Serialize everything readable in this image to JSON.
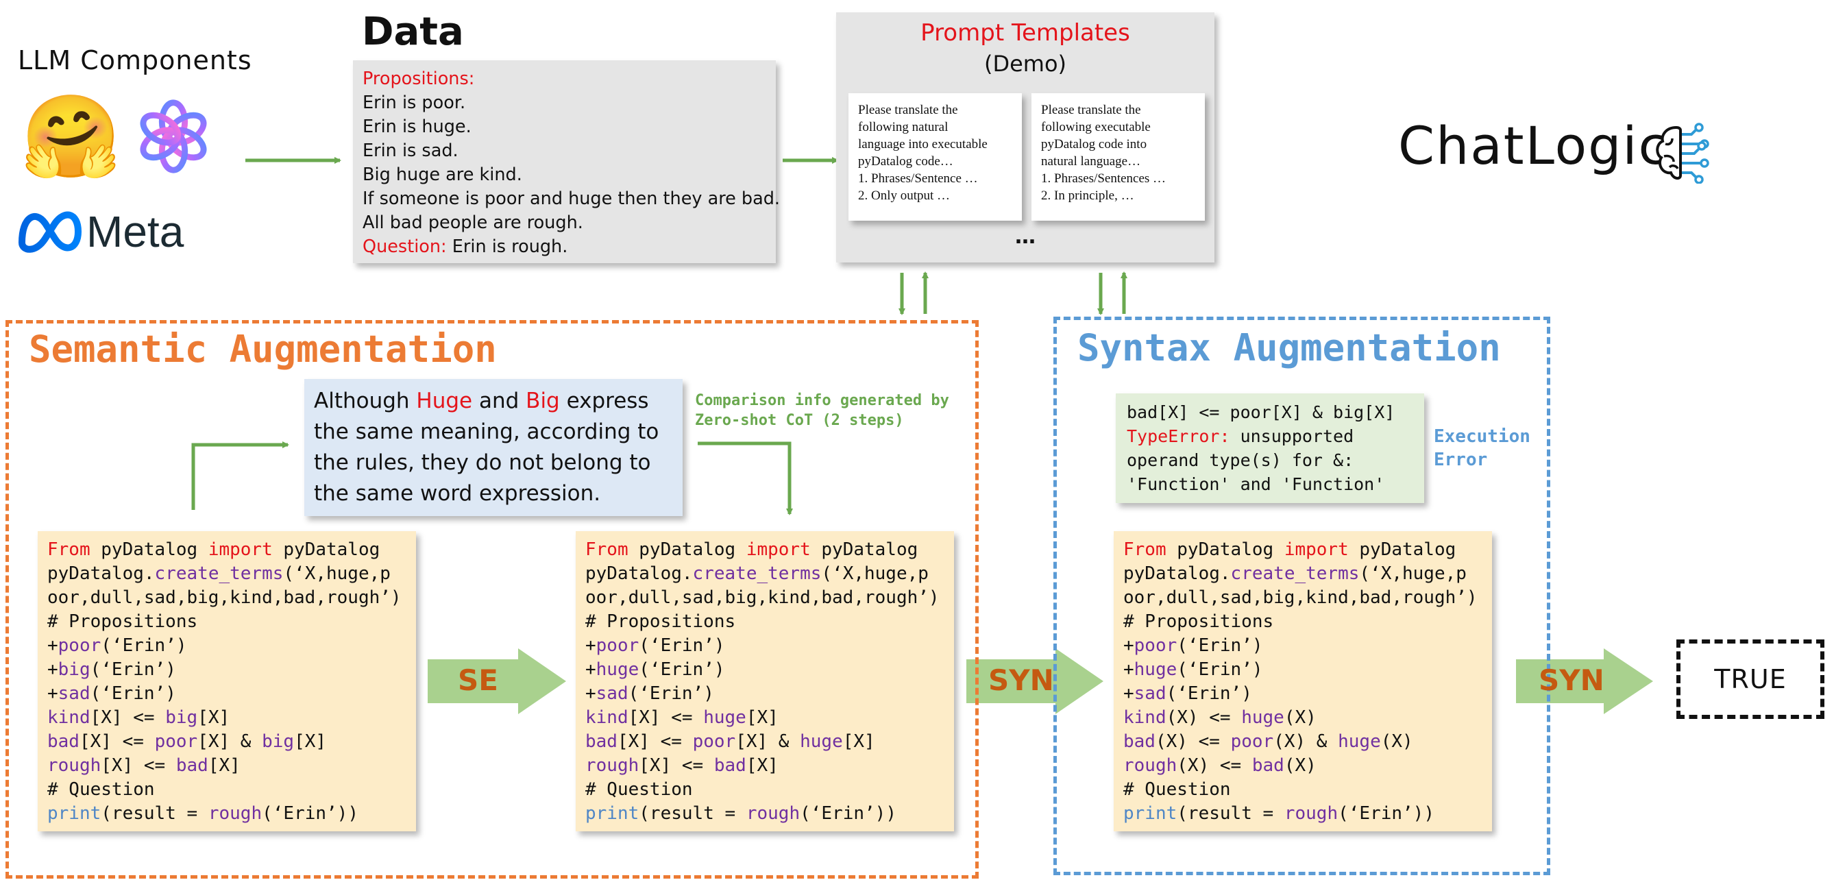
{
  "llm_components": {
    "title": "LLM Components",
    "icons": [
      "hugging-face-icon",
      "openai-icon",
      "meta-logo"
    ],
    "meta_label": "Meta"
  },
  "data_section": {
    "title": "Data",
    "propositions_label": "Propositions:",
    "propositions": [
      "Erin is poor.",
      "Erin is huge.",
      "Erin is sad.",
      "Big huge are kind.",
      "If someone is poor and huge then they are bad.",
      "All bad people are rough."
    ],
    "question_label": "Question:",
    "question": " Erin is rough."
  },
  "prompt_templates": {
    "title": "Prompt Templates",
    "subtitle": "(Demo)",
    "cards": [
      {
        "lines": [
          "Please translate the",
          "following natural",
          "language into executable",
          "pyDatalog code…",
          "1. Phrases/Sentence …",
          "2. Only output …"
        ]
      },
      {
        "lines": [
          "Please translate the",
          "following executable",
          "pyDatalog code into",
          "natural language…",
          "1. Phrases/Sentences …",
          "2. In principle, …"
        ]
      }
    ],
    "ellipsis": "…"
  },
  "brand": {
    "name": "ChatLogic",
    "icon": "brain-circuit-icon"
  },
  "semantic": {
    "title": "Semantic Augmentation",
    "note": {
      "l1a": "Although ",
      "l1b": "Huge",
      "l1c": " and ",
      "l1d": "Big",
      "l1e": " express",
      "l2": "the same meaning, according to",
      "l3": "the rules, they do not belong to",
      "l4": "the same word expression."
    },
    "cot": [
      "Comparison info generated by",
      "Zero-shot CoT (2 steps)"
    ]
  },
  "syntax": {
    "title": "Syntax Augmentation",
    "error": {
      "line1": "bad[X] <= poor[X] & big[X]",
      "type": "TypeError:",
      "line2_rest": " unsupported",
      "line3": "operand type(s) for &:",
      "line4": "'Function' and 'Function'"
    },
    "exec_label": [
      "Execution",
      "Error"
    ]
  },
  "code_blocks": [
    {
      "create_terms_a": "(‘X,huge,p",
      "create_terms_b": "oor,dull,sad,big,kind,bad,rough’)",
      "props": [
        {
          "fn": "poor",
          "arg": "(‘Erin’)"
        },
        {
          "fn": "big",
          "arg": "(‘Erin’)"
        },
        {
          "fn": "sad",
          "arg": "(‘Erin’)"
        }
      ],
      "rule1": {
        "head": "kind",
        "o": "[",
        "c": "]",
        "body": "big"
      },
      "rule2": {
        "head": "bad",
        "body1": "poor",
        "body2": "big"
      },
      "rule3": {
        "head": "rough",
        "body": "bad"
      }
    },
    {
      "create_terms_a": "(‘X,huge,p",
      "create_terms_b": "oor,dull,sad,big,kind,bad,rough’)",
      "props": [
        {
          "fn": "poor",
          "arg": "(‘Erin’)"
        },
        {
          "fn": "huge",
          "arg": "(‘Erin’)"
        },
        {
          "fn": "sad",
          "arg": "(‘Erin’)"
        }
      ],
      "rule1": {
        "head": "kind",
        "body": "huge"
      },
      "rule2": {
        "head": "bad",
        "body1": "poor",
        "body2": "huge"
      },
      "rule3": {
        "head": "rough",
        "body": "bad"
      }
    },
    {
      "create_terms_a": "(‘X,huge,p",
      "create_terms_b": "oor,dull,sad,big,kind,bad,rough’)",
      "props": [
        {
          "fn": "poor",
          "arg": "(‘Erin’)"
        },
        {
          "fn": "huge",
          "arg": "(‘Erin’)"
        },
        {
          "fn": "sad",
          "arg": "(‘Erin’)"
        }
      ],
      "rule1": {
        "head": "kind",
        "body": "huge"
      },
      "rule2": {
        "head": "bad",
        "body1": "poor",
        "body2": "huge"
      },
      "rule3": {
        "head": "rough",
        "body": "bad"
      }
    }
  ],
  "code_common": {
    "from": "From",
    "module": " pyDatalog ",
    "import": "import",
    "cls": " pyDatalog",
    "obj": "pyDatalog.",
    "create_terms": "create_terms",
    "comment_props": "# Propositions",
    "plus": "+",
    "var_sq": "[X]",
    "var_par": "(X)",
    "arrow": " <= ",
    "amp": " & ",
    "comment_q": "# Question",
    "print": "print",
    "result": "(result = ",
    "rough": "rough",
    "erin_close": "(‘Erin’))"
  },
  "arrows": {
    "se": "SE",
    "syn1": "SYN",
    "syn2": "SYN"
  },
  "result": "TRUE",
  "colors": {
    "semantic": "#ec7b34",
    "syntax": "#5b9bd5",
    "arrow_green": "#6aa84f",
    "fat_arrow": "#a9d18e",
    "arrow_text": "#c55a11",
    "keyword_red": "#e4141b",
    "function_purple": "#7030a0",
    "print_blue": "#4f86c6"
  }
}
